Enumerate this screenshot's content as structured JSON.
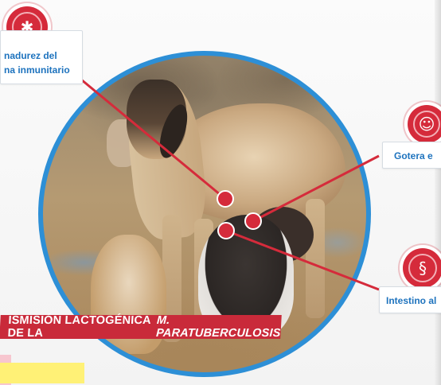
{
  "callouts": {
    "top_left": {
      "line1": "nadurez del",
      "line2": "na inmunitario"
    },
    "right_middle": {
      "text": "Gotera e"
    },
    "right_bottom": {
      "text": "Intestino al"
    }
  },
  "banner": {
    "prefix": "ISMISIÓN LACTOGÉNICA DE LA",
    "species": "M. PARATUBERCULOSIS"
  },
  "icons": {
    "top_left": "immune-badge-icon",
    "right_middle": "mouth-drip-icon",
    "right_bottom": "intestine-icon"
  },
  "colors": {
    "accent_red": "#d52b3b",
    "circle_blue": "#2d8fd6",
    "label_blue": "#1e73be",
    "highlight": "#fff176"
  }
}
